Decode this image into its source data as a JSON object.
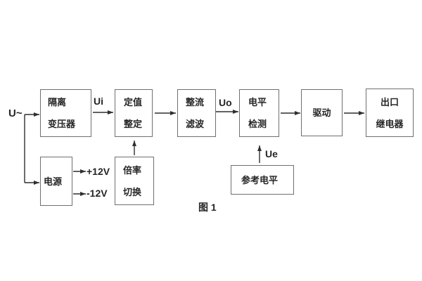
{
  "diagram": {
    "caption": "图 1",
    "input": {
      "label": "U~"
    },
    "signals": {
      "ui": "Ui",
      "uo": "Uo",
      "ue": "Ue"
    },
    "power_rails": {
      "positive": "+12V",
      "negative": "-12V"
    },
    "blocks": {
      "isolation_transformer": {
        "line1": "隔离",
        "line2": "变压器"
      },
      "value_setting": {
        "line1": "定值",
        "line2": "整定"
      },
      "rectifier_filter": {
        "line1": "整流",
        "line2": "滤波"
      },
      "level_detector": {
        "line1": "电平",
        "line2": "检测"
      },
      "driver": {
        "line1": "驱动",
        "line2": ""
      },
      "output_relay": {
        "line1": "出口",
        "line2": "继电器"
      },
      "power_supply": {
        "line1": "电源",
        "line2": ""
      },
      "ratio_switch": {
        "line1": "倍率",
        "line2": "切换"
      },
      "reference_level": {
        "line1": "参考电平",
        "line2": ""
      }
    },
    "colors": {
      "background": "#ffffff",
      "box_border": "#6f6f6f",
      "wire": "#2f2f2f",
      "text": "#262626"
    }
  }
}
